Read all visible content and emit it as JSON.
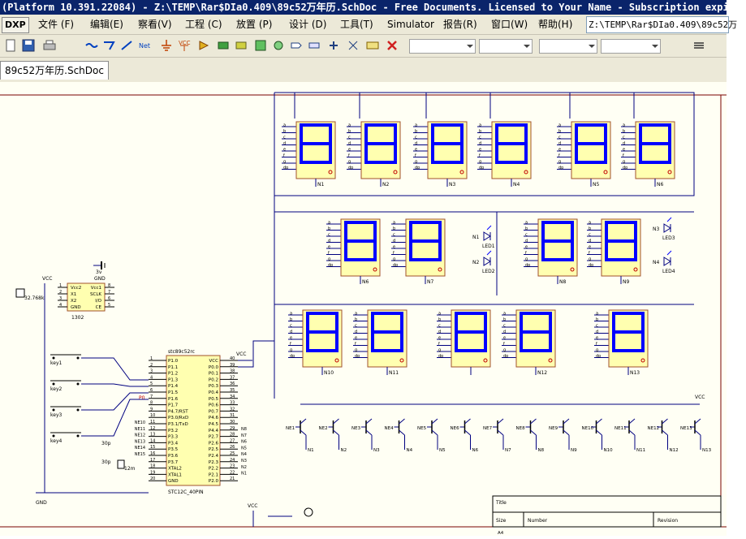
{
  "titlebar": {
    "text": "(Platform 10.391.22084) - Z:\\TEMP\\Rar$DIa0.409\\89c52万年历.SchDoc - Free Documents. Licensed to Your Name - Subscription expired"
  },
  "menu": {
    "dxp": "DXP",
    "items": [
      "文件 (F)",
      "编辑(E)",
      "察看(V)",
      "工程 (C)",
      "放置 (P)",
      "设计 (D)",
      "工具(T)",
      "Simulator",
      "报告(R)",
      "窗口(W)",
      "帮助(H)"
    ],
    "path": "Z:\\TEMP\\Rar$DIa0.409\\89c52万"
  },
  "tabs": {
    "document": "89c52万年历.SchDoc"
  },
  "schematic": {
    "mcu": {
      "name": "stc89c52rc",
      "part": "STC12C_40PIN",
      "left_pins": [
        "P1.0",
        "P1.1",
        "P1.2",
        "P1.3",
        "P1.4",
        "P1.5",
        "P1.6",
        "P1.7",
        "P4.7/RST",
        "P3.0/RxD",
        "P3.1/TxD",
        "P3.2",
        "P3.3",
        "P3.4",
        "P3.5",
        "P3.6",
        "P3.7",
        "XTAL2",
        "XTAL1",
        "GND"
      ],
      "left_nums": [
        "1",
        "2",
        "3",
        "4",
        "5",
        "6",
        "7",
        "8",
        "9",
        "10",
        "11",
        "12",
        "13",
        "14",
        "15",
        "16",
        "17",
        "18",
        "19",
        "20"
      ],
      "right_pins": [
        "VCC",
        "P0.0",
        "P0.1",
        "P0.2",
        "P0.3",
        "P0.4",
        "P0.5",
        "P0.6",
        "P0.7",
        "P4.6",
        "P4.5",
        "P4.4",
        "P2.7",
        "P2.6",
        "P2.5",
        "P2.4",
        "P2.3",
        "P2.2",
        "P2.1",
        "P2.0"
      ],
      "right_nums": [
        "40",
        "39",
        "38",
        "37",
        "36",
        "35",
        "34",
        "33",
        "32",
        "31",
        "30",
        "29",
        "28",
        "27",
        "26",
        "25",
        "24",
        "23",
        "22",
        "21"
      ],
      "left_nets": [
        "NE10",
        "NE11",
        "NE12",
        "NE13",
        "NE14",
        "NE15"
      ],
      "right_nets": [
        "N8",
        "N7",
        "N6",
        "N5",
        "N4",
        "N3",
        "N2",
        "N1"
      ]
    },
    "rtc": {
      "name": "1302",
      "pins_left": [
        "Vcc2",
        "X1",
        "X2",
        "GND"
      ],
      "pins_right": [
        "Vcc1",
        "SCLK",
        "I/O",
        "CE"
      ],
      "nums_left": [
        "1",
        "2",
        "3",
        "4"
      ],
      "nums_right": [
        "8",
        "7",
        "6",
        "5"
      ]
    },
    "crystal": {
      "label": "32.768k"
    },
    "crystal2": {
      "label": "12m"
    },
    "battery": {
      "label": "3v"
    },
    "caps": [
      "30p",
      "30p"
    ],
    "power": {
      "vcc": "VCC",
      "gnd": "GND",
      "p0": "P0"
    },
    "keys": [
      "key1",
      "key2",
      "key3",
      "key4"
    ],
    "displays_row1": [
      "N1",
      "N2",
      "N3",
      "N4",
      "N5",
      "N6"
    ],
    "displays_row2": [
      "N6",
      "N7",
      "N8",
      "N9"
    ],
    "displays_row3": [
      "N10",
      "N11",
      "N12",
      "N13"
    ],
    "leds": [
      "LED1",
      "LED2",
      "LED3",
      "LED4"
    ],
    "led_nets": [
      "N1",
      "N2",
      "N3",
      "N4"
    ],
    "transistors": [
      "NE1",
      "NE2",
      "NE3",
      "NE4",
      "NE5",
      "NE6",
      "NE7",
      "NE8",
      "NE9",
      "NE10",
      "NE11",
      "NE12",
      "NE13"
    ],
    "transistor_nets": [
      "N1",
      "N2",
      "N3",
      "N4",
      "N5",
      "N6",
      "N7",
      "N8",
      "N9",
      "N10",
      "N11",
      "N12",
      "N13"
    ],
    "seg_pins": [
      "a",
      "b",
      "c",
      "d",
      "e",
      "f",
      "g",
      "dp"
    ],
    "titleblock": {
      "title": "Title",
      "size": "Size",
      "number": "Number",
      "revision": "Revision",
      "size_val": "A4"
    }
  },
  "colors": {
    "titlebar": "#0a246a",
    "wire": "#000080",
    "part_fill": "#ffffb0",
    "part_border": "#a0522d",
    "segment": "#0000ff",
    "sheet": "#fffff4"
  }
}
